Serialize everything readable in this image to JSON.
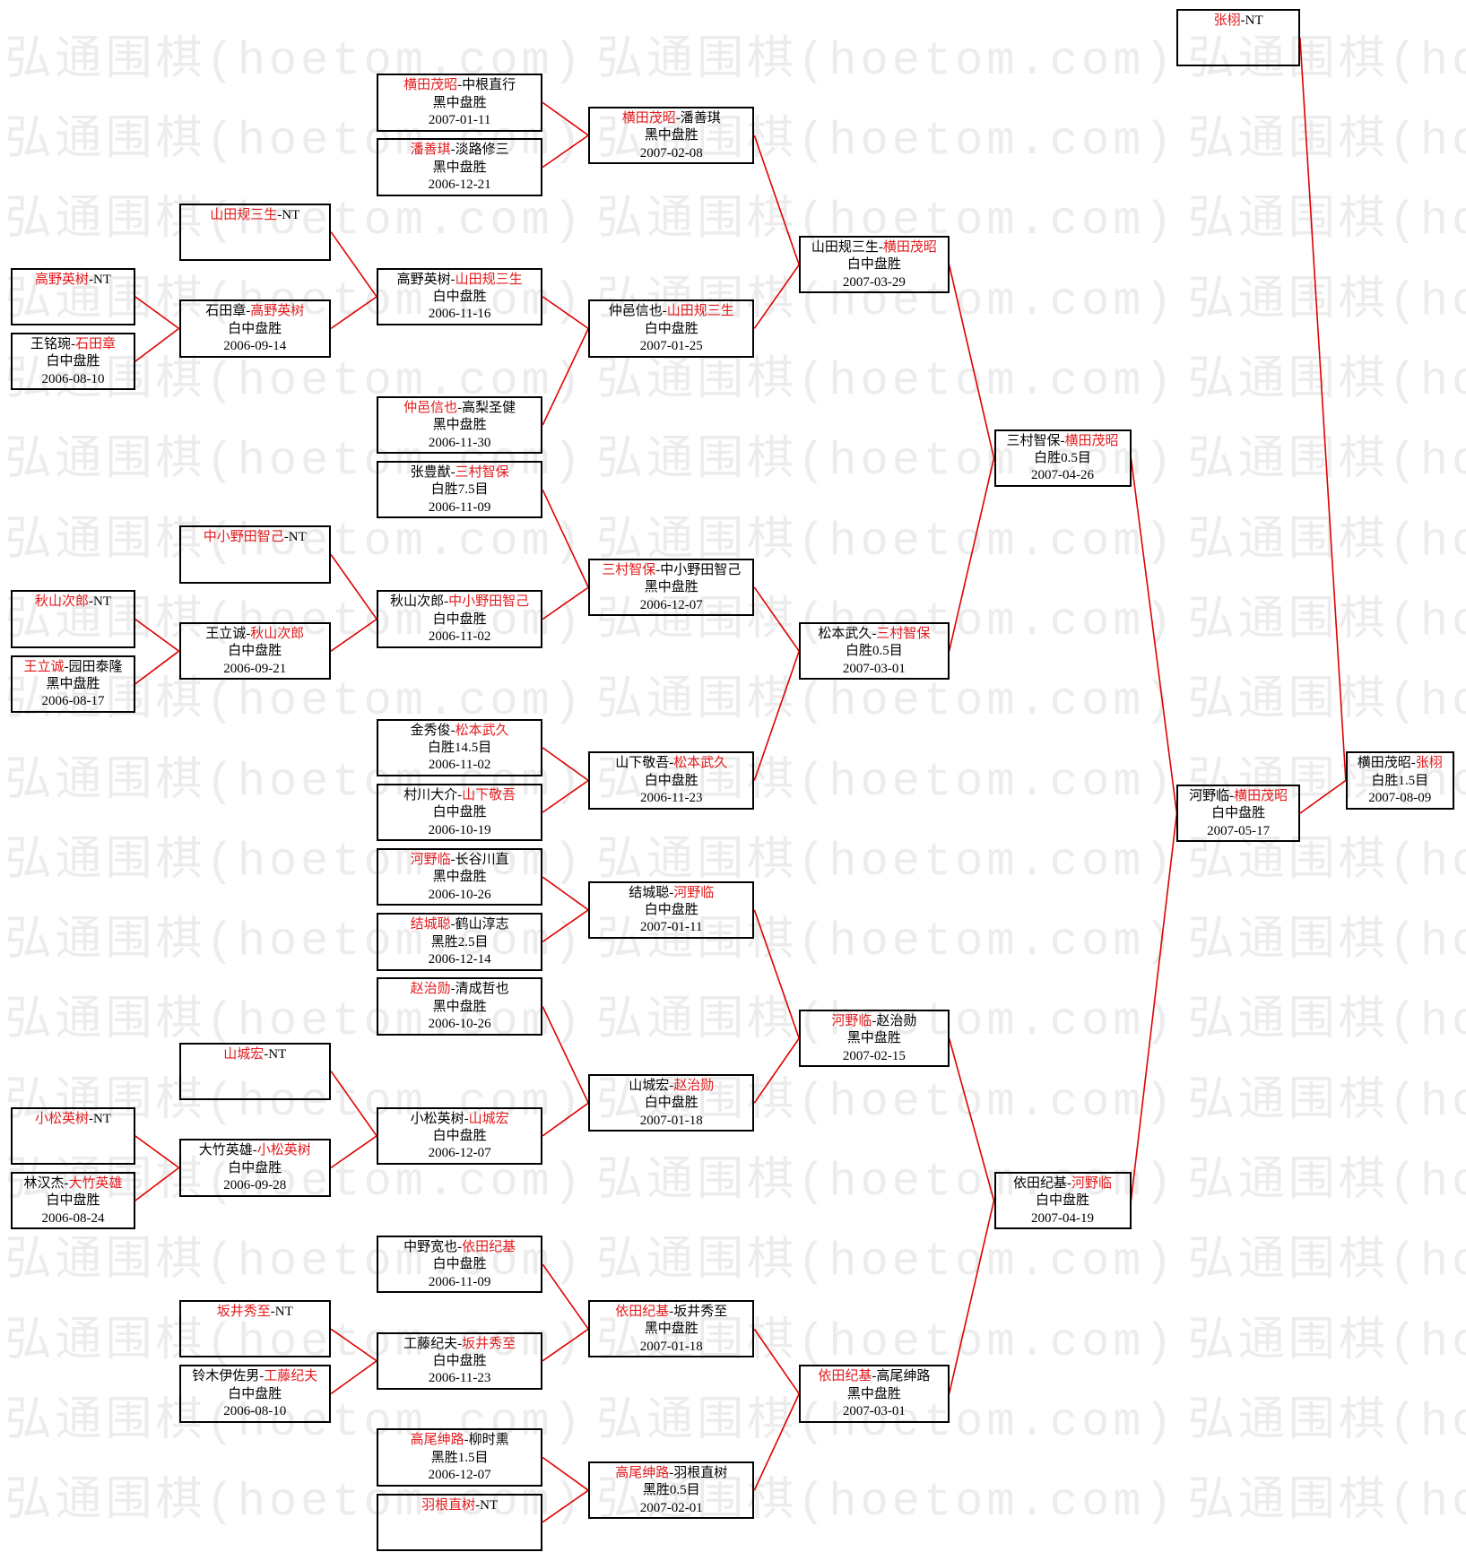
{
  "watermark": "弘通围棋(hoetom.com)",
  "separator": "-",
  "colors": {
    "winner": "#e31a1c",
    "connector": "#e00000",
    "border": "#000000",
    "text": "#000000",
    "watermark": "#ececec",
    "background": "#ffffff"
  },
  "matches": [
    {
      "players": [
        "高野英树",
        "NT"
      ],
      "winner": 0
    },
    {
      "players": [
        "王铭琬",
        "石田章"
      ],
      "winner": 1,
      "result": "白中盘胜",
      "date": "2006-08-10"
    },
    {
      "players": [
        "秋山次郎",
        "NT"
      ],
      "winner": 0
    },
    {
      "players": [
        "王立诚",
        "园田泰隆"
      ],
      "winner": 0,
      "result": "黑中盘胜",
      "date": "2006-08-17"
    },
    {
      "players": [
        "小松英树",
        "NT"
      ],
      "winner": 0
    },
    {
      "players": [
        "林汉杰",
        "大竹英雄"
      ],
      "winner": 1,
      "result": "白中盘胜",
      "date": "2006-08-24"
    },
    {
      "players": [
        "山田规三生",
        "NT"
      ],
      "winner": 0
    },
    {
      "players": [
        "石田章",
        "高野英树"
      ],
      "winner": 1,
      "result": "白中盘胜",
      "date": "2006-09-14"
    },
    {
      "players": [
        "中小野田智己",
        "NT"
      ],
      "winner": 0
    },
    {
      "players": [
        "王立诚",
        "秋山次郎"
      ],
      "winner": 1,
      "result": "白中盘胜",
      "date": "2006-09-21"
    },
    {
      "players": [
        "山城宏",
        "NT"
      ],
      "winner": 0
    },
    {
      "players": [
        "大竹英雄",
        "小松英树"
      ],
      "winner": 1,
      "result": "白中盘胜",
      "date": "2006-09-28"
    },
    {
      "players": [
        "坂井秀至",
        "NT"
      ],
      "winner": 0
    },
    {
      "players": [
        "铃木伊佐男",
        "工藤纪夫"
      ],
      "winner": 1,
      "result": "白中盘胜",
      "date": "2006-08-10"
    },
    {
      "players": [
        "横田茂昭",
        "中根直行"
      ],
      "winner": 0,
      "result": "黑中盘胜",
      "date": "2007-01-11"
    },
    {
      "players": [
        "潘善琪",
        "淡路修三"
      ],
      "winner": 0,
      "result": "黑中盘胜",
      "date": "2006-12-21"
    },
    {
      "players": [
        "高野英树",
        "山田规三生"
      ],
      "winner": 1,
      "result": "白中盘胜",
      "date": "2006-11-16"
    },
    {
      "players": [
        "仲邑信也",
        "高梨圣健"
      ],
      "winner": 0,
      "result": "黑中盘胜",
      "date": "2006-11-30"
    },
    {
      "players": [
        "张豊猷",
        "三村智保"
      ],
      "winner": 1,
      "result": "白胜7.5目",
      "date": "2006-11-09"
    },
    {
      "players": [
        "秋山次郎",
        "中小野田智己"
      ],
      "winner": 1,
      "result": "白中盘胜",
      "date": "2006-11-02"
    },
    {
      "players": [
        "金秀俊",
        "松本武久"
      ],
      "winner": 1,
      "result": "白胜14.5目",
      "date": "2006-11-02"
    },
    {
      "players": [
        "村川大介",
        "山下敬吾"
      ],
      "winner": 1,
      "result": "白中盘胜",
      "date": "2006-10-19"
    },
    {
      "players": [
        "河野临",
        "长谷川直"
      ],
      "winner": 0,
      "result": "黑中盘胜",
      "date": "2006-10-26"
    },
    {
      "players": [
        "结城聪",
        "鹤山淳志"
      ],
      "winner": 0,
      "result": "黑胜2.5目",
      "date": "2006-12-14"
    },
    {
      "players": [
        "赵治勋",
        "清成哲也"
      ],
      "winner": 0,
      "result": "黑中盘胜",
      "date": "2006-10-26"
    },
    {
      "players": [
        "小松英树",
        "山城宏"
      ],
      "winner": 1,
      "result": "白中盘胜",
      "date": "2006-12-07"
    },
    {
      "players": [
        "中野宽也",
        "依田纪基"
      ],
      "winner": 1,
      "result": "白中盘胜",
      "date": "2006-11-09"
    },
    {
      "players": [
        "工藤纪夫",
        "坂井秀至"
      ],
      "winner": 1,
      "result": "白中盘胜",
      "date": "2006-11-23"
    },
    {
      "players": [
        "高尾绅路",
        "柳时熏"
      ],
      "winner": 0,
      "result": "黑胜1.5目",
      "date": "2006-12-07"
    },
    {
      "players": [
        "羽根直树",
        "NT"
      ],
      "winner": 0
    },
    {
      "players": [
        "横田茂昭",
        "潘善琪"
      ],
      "winner": 0,
      "result": "黑中盘胜",
      "date": "2007-02-08"
    },
    {
      "players": [
        "仲邑信也",
        "山田规三生"
      ],
      "winner": 1,
      "result": "白中盘胜",
      "date": "2007-01-25"
    },
    {
      "players": [
        "三村智保",
        "中小野田智己"
      ],
      "winner": 0,
      "result": "黑中盘胜",
      "date": "2006-12-07"
    },
    {
      "players": [
        "山下敬吾",
        "松本武久"
      ],
      "winner": 1,
      "result": "白中盘胜",
      "date": "2006-11-23"
    },
    {
      "players": [
        "结城聪",
        "河野临"
      ],
      "winner": 1,
      "result": "白中盘胜",
      "date": "2007-01-11"
    },
    {
      "players": [
        "山城宏",
        "赵治勋"
      ],
      "winner": 1,
      "result": "白中盘胜",
      "date": "2007-01-18"
    },
    {
      "players": [
        "依田纪基",
        "坂井秀至"
      ],
      "winner": 0,
      "result": "黑中盘胜",
      "date": "2007-01-18"
    },
    {
      "players": [
        "高尾绅路",
        "羽根直树"
      ],
      "winner": 0,
      "result": "黑胜0.5目",
      "date": "2007-02-01"
    },
    {
      "players": [
        "山田规三生",
        "横田茂昭"
      ],
      "winner": 1,
      "result": "白中盘胜",
      "date": "2007-03-29"
    },
    {
      "players": [
        "松本武久",
        "三村智保"
      ],
      "winner": 1,
      "result": "白胜0.5目",
      "date": "2007-03-01"
    },
    {
      "players": [
        "河野临",
        "赵治勋"
      ],
      "winner": 0,
      "result": "黑中盘胜",
      "date": "2007-02-15"
    },
    {
      "players": [
        "依田纪基",
        "高尾绅路"
      ],
      "winner": 0,
      "result": "黑中盘胜",
      "date": "2007-03-01"
    },
    {
      "players": [
        "三村智保",
        "横田茂昭"
      ],
      "winner": 1,
      "result": "白胜0.5目",
      "date": "2007-04-26"
    },
    {
      "players": [
        "依田纪基",
        "河野临"
      ],
      "winner": 1,
      "result": "白中盘胜",
      "date": "2007-04-19"
    },
    {
      "players": [
        "张栩",
        "NT"
      ],
      "winner": 0
    },
    {
      "players": [
        "河野临",
        "横田茂昭"
      ],
      "winner": 1,
      "result": "白中盘胜",
      "date": "2007-05-17"
    },
    {
      "players": [
        "横田茂昭",
        "张栩"
      ],
      "winner": 1,
      "result": "白胜1.5目",
      "date": "2007-08-09"
    }
  ]
}
